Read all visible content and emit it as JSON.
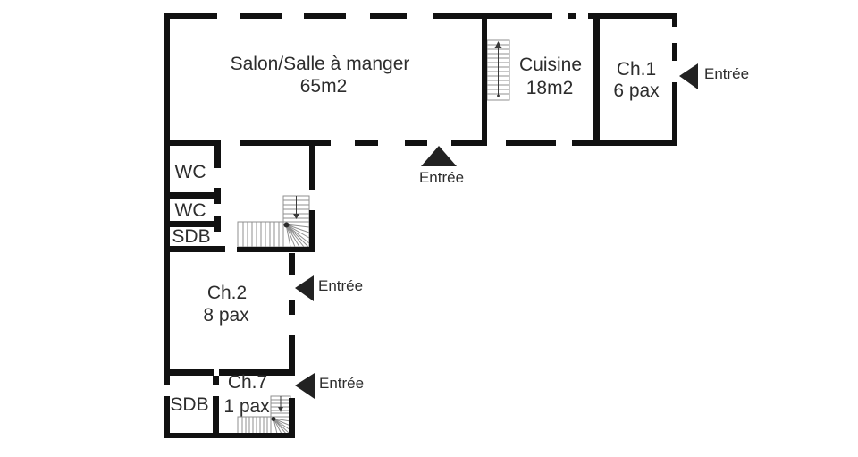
{
  "plan": {
    "rooms": [
      {
        "name": "salon",
        "label": "Salon/Salle à manger",
        "area": "65m2"
      },
      {
        "name": "cuisine",
        "label": "Cuisine",
        "area": "18m2"
      },
      {
        "name": "ch1",
        "label": "Ch.1",
        "capacity": "6 pax"
      },
      {
        "name": "wc-1",
        "label": "WC"
      },
      {
        "name": "wc-2",
        "label": "WC"
      },
      {
        "name": "sdb-1",
        "label": "SDB"
      },
      {
        "name": "ch2",
        "label": "Ch.2",
        "capacity": "8 pax"
      },
      {
        "name": "ch7",
        "label": "Ch.7",
        "capacity": "1 pax"
      },
      {
        "name": "sdb-2",
        "label": "SDB"
      }
    ],
    "entrances": [
      {
        "name": "main",
        "label": "Entrée",
        "direction": "up"
      },
      {
        "name": "ch1",
        "label": "Entrée",
        "direction": "left"
      },
      {
        "name": "ch2",
        "label": "Entrée",
        "direction": "left"
      },
      {
        "name": "ch7",
        "label": "Entrée",
        "direction": "left"
      }
    ],
    "colors": {
      "wall": "#111111",
      "text": "#2d2d2d",
      "arrow": "#222222",
      "stair": "#8f8f8f",
      "stairline": "#3a3a3a",
      "background": "#ffffff"
    }
  }
}
